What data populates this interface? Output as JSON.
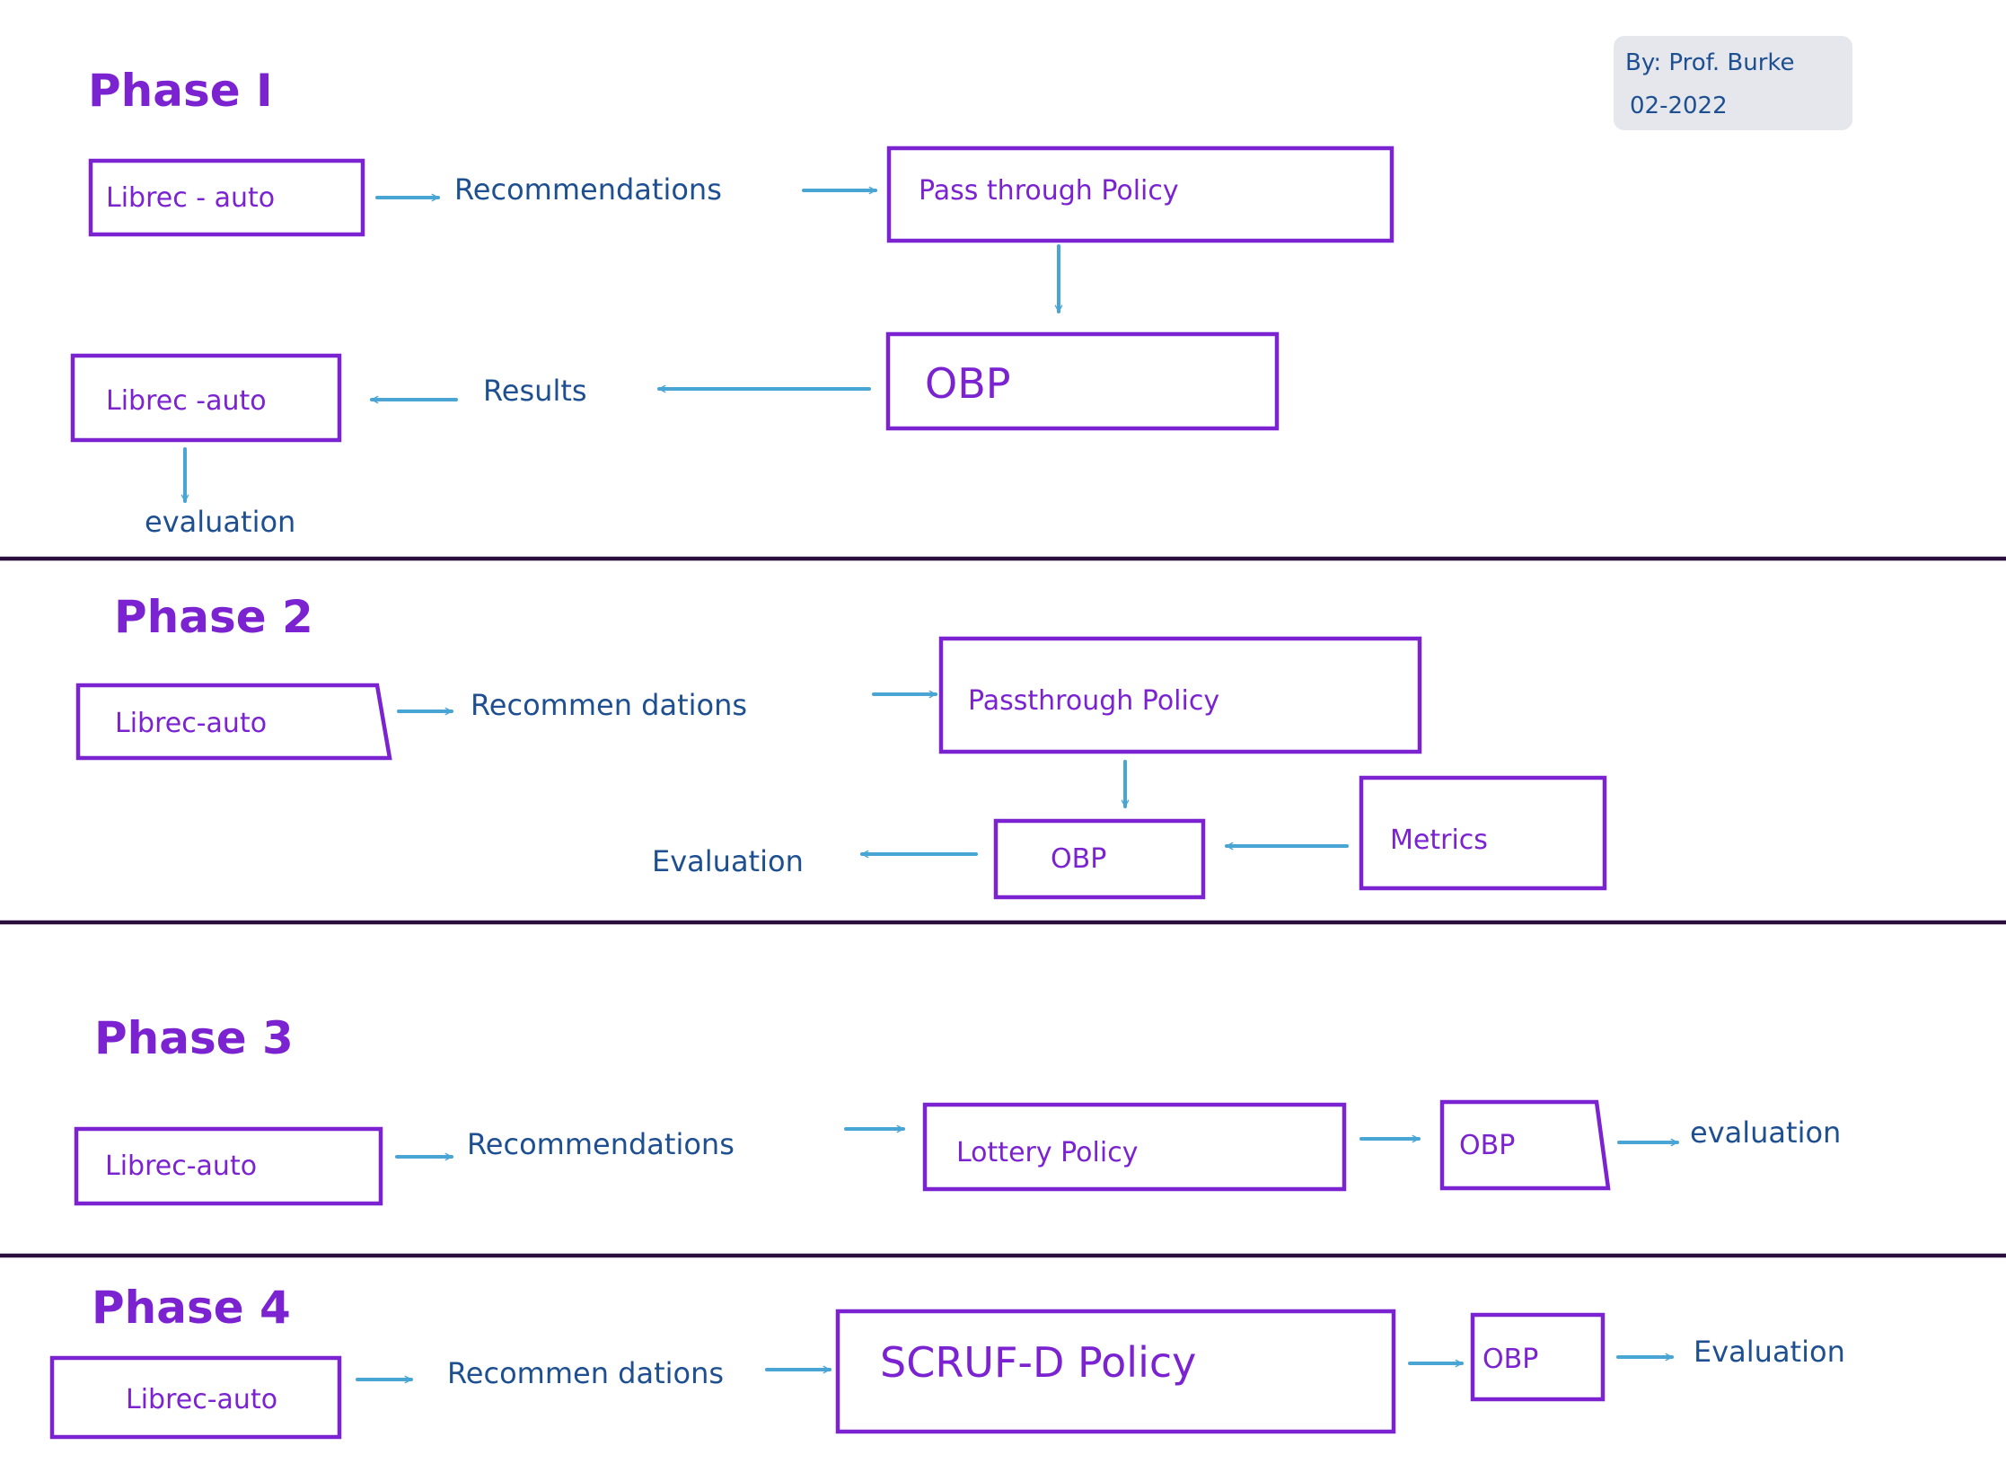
{
  "author_note": {
    "line1": "By: Prof. Burke",
    "line2": "02-2022"
  },
  "phase1": {
    "title": "Phase I",
    "box_librec": "Librec - auto",
    "label_recommendations": "Recommendations",
    "box_policy": "Pass through Policy",
    "box_obp": "OBP",
    "label_results": "Results",
    "box_librec_return": "Librec -auto",
    "label_evaluation": "evaluation"
  },
  "phase2": {
    "title": "Phase 2",
    "box_librec": "Librec-auto",
    "label_recommendations": "Recommen dations",
    "box_policy": "Passthrough Policy",
    "box_obp": "OBP",
    "box_metrics": "Metrics",
    "label_evaluation": "Evaluation"
  },
  "phase3": {
    "title": "Phase 3",
    "box_librec": "Librec-auto",
    "label_recommendations": "Recommendations",
    "box_policy": "Lottery Policy",
    "box_obp": "OBP",
    "label_evaluation": "evaluation"
  },
  "phase4": {
    "title": "Phase 4",
    "box_librec": "Librec-auto",
    "label_recommendations": "Recommen dations",
    "box_policy": "SCRUF-D Policy",
    "box_obp": "OBP",
    "label_evaluation": "Evaluation"
  },
  "colors": {
    "box": "#7b22d1",
    "arrow": "#49a5d3",
    "text": "#1d4f91",
    "divider": "#2a0f3d",
    "note": "#e5e7ec"
  }
}
